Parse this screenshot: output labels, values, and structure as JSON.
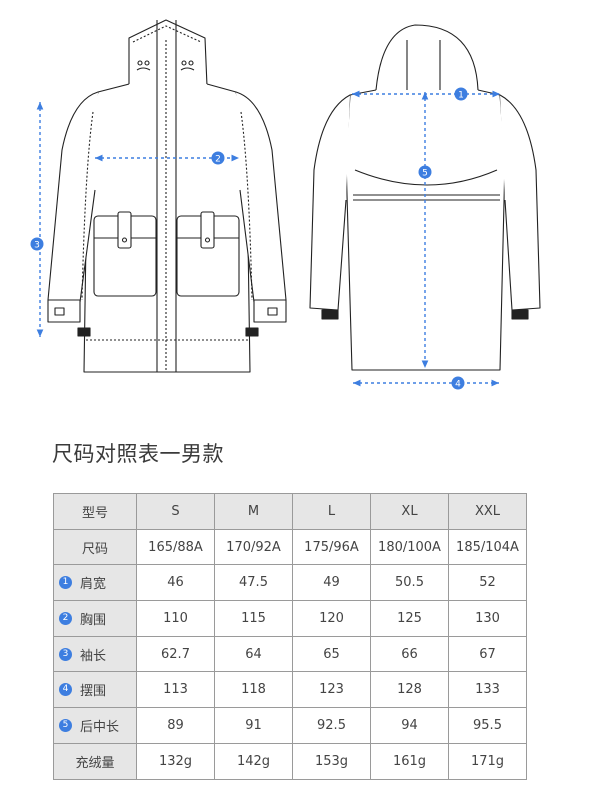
{
  "title": "尺码对照表一男款",
  "diagram": {
    "markers": [
      "1",
      "2",
      "3",
      "4",
      "5"
    ],
    "measure_color": "#3d7ee0"
  },
  "table": {
    "header_label": "型号",
    "sizes": [
      "S",
      "M",
      "L",
      "XL",
      "XXL"
    ],
    "rows": [
      {
        "marker": "",
        "label": "尺码",
        "values": [
          "165/88A",
          "170/92A",
          "175/96A",
          "180/100A",
          "185/104A"
        ]
      },
      {
        "marker": "1",
        "label": "肩宽",
        "values": [
          "46",
          "47.5",
          "49",
          "50.5",
          "52"
        ]
      },
      {
        "marker": "2",
        "label": "胸围",
        "values": [
          "110",
          "115",
          "120",
          "125",
          "130"
        ]
      },
      {
        "marker": "3",
        "label": "袖长",
        "values": [
          "62.7",
          "64",
          "65",
          "66",
          "67"
        ]
      },
      {
        "marker": "4",
        "label": "摆围",
        "values": [
          "113",
          "118",
          "123",
          "128",
          "133"
        ]
      },
      {
        "marker": "5",
        "label": "后中长",
        "values": [
          "89",
          "91",
          "92.5",
          "94",
          "95.5"
        ]
      },
      {
        "marker": "",
        "label": "充绒量",
        "values": [
          "132g",
          "142g",
          "153g",
          "161g",
          "171g"
        ]
      }
    ],
    "header_bg": "#e6e6e6",
    "marker_color": "#3d7ee0"
  }
}
